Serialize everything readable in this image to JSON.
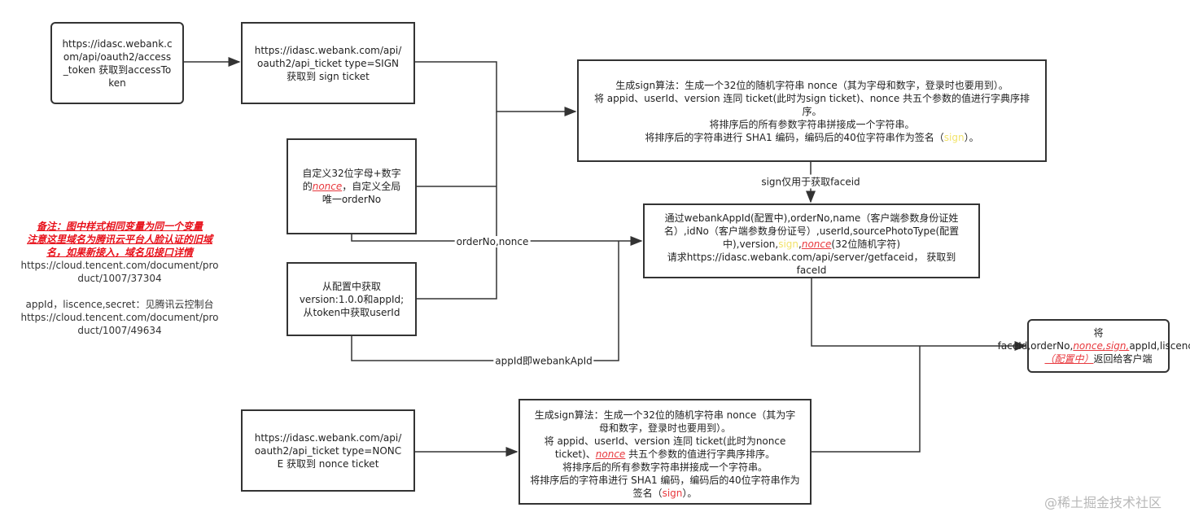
{
  "boxes": {
    "access_token": "https://idasc.webank.com/api/oauth2/access_token 获取到accessToken",
    "sign_ticket": "https://idasc.webank.com/api/oauth2/api_ticket    type=SIGN 获取到 sign ticket",
    "sign_algo": {
      "l1": "生成sign算法：生成一个32位的随机字符串 nonce（其为字母和数字，登录时也要用到）。",
      "l2": "将 appid、userId、version 连同 ticket(此时为sign ticket)、nonce 共五个参数的值进行字典序排序。",
      "l3": "将排序后的所有参数字符串拼接成一个字符串。",
      "l4a": "将排序后的字符串进行 SHA1 编码，编码后的40位字符串作为签名（",
      "l4sign": "sign",
      "l4b": "）。"
    },
    "nonce_box": {
      "a": "自定义32位字母+数字的",
      "nonce": "nonce",
      "b": "，自定义全局唯一orderNo"
    },
    "config_box": "从配置中获取version:1.0.0和appId;从token中获取userId",
    "getfaceid": {
      "a": "通过webankAppId(配置中),orderNo,name（客户端参数身份证姓名）,idNo（客户端参数身份证号）,userId,sourcePhotoType(配置中),version,",
      "sign": "sign",
      "comma": ",",
      "nonce": "nonce",
      "b": "(32位随机字符)",
      "c": "请求https://idasc.webank.com/api/server/getfaceid， 获取到faceId"
    },
    "return_box": {
      "a": "将faceId,orderNo,",
      "nonce": "nonce,",
      "sign": "sign,",
      "b": "appId,liscence",
      "cfg": "（配置中）",
      "c": "返回给客户端"
    },
    "nonce_ticket": "https://idasc.webank.com/api/oauth2/api_ticket type=NONCE 获取到 nonce ticket",
    "nonce_algo": {
      "l1": "生成sign算法：生成一个32位的随机字符串 nonce（其为字母和数字，登录时也要用到）。",
      "l2": "将 appid、userId、version 连同 ticket(此时为nonce ticket)、",
      "nonce": "nonce",
      "l2b": " 共五个参数的值进行字典序排序。",
      "l3": "将排序后的所有参数字符串拼接成一个字符串。",
      "l4a": "将排序后的字符串进行 SHA1 编码，编码后的40位字符串作为签名（",
      "l4sign": "sign",
      "l4b": "）。"
    }
  },
  "labels": {
    "order_nonce": "orderNo,nonce",
    "appid": "appId即webankApId",
    "sign_only": "sign仅用于获取faceid"
  },
  "note": {
    "w1": "备注：图中样式相同变量为同一个变量",
    "w2": "注意这里域名为腾讯云平台人脸认证的旧域名，如果新接入，域名见接口详情",
    "url1": "https://cloud.tencent.com/document/product/1007/37304",
    "keys": "appId，liscence,secret：见腾讯云控制台",
    "url2": "https://cloud.tencent.com/document/product/1007/49634"
  },
  "watermark": "@稀土掘金技术社区",
  "colors": {
    "highlight_red": "#e8383d",
    "sign_yellow": "#f2e36a",
    "border": "#333333"
  }
}
